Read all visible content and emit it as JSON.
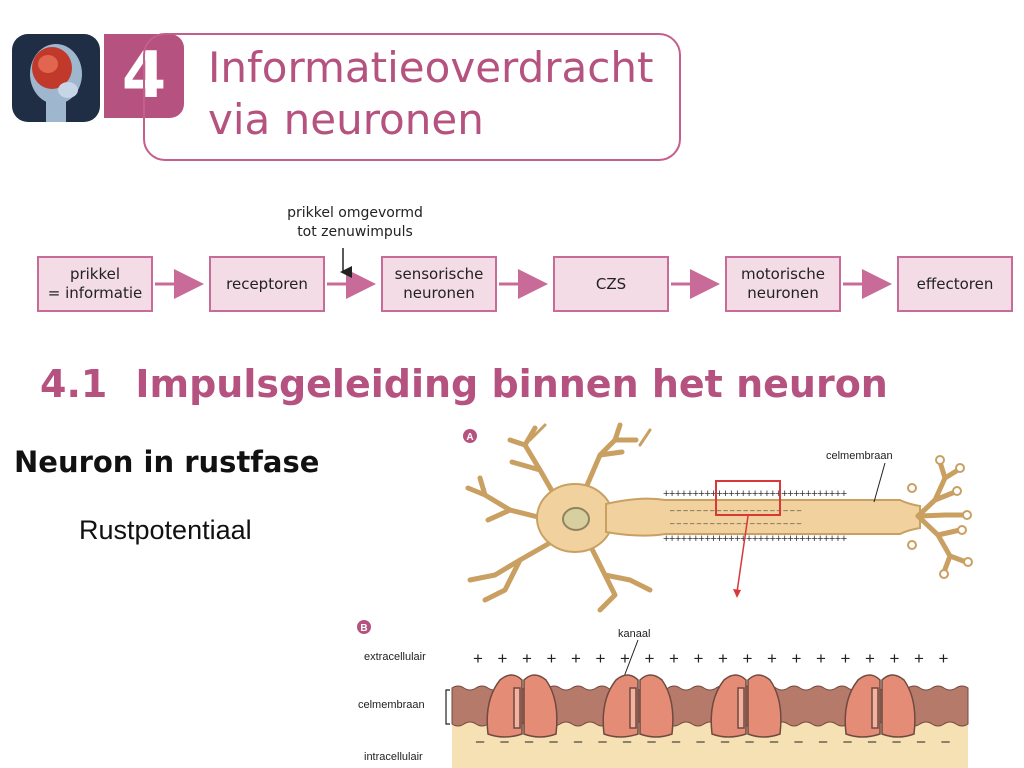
{
  "chapter": {
    "number": "4",
    "title_line1": "Informatieoverdracht",
    "title_line2": "via neuronen"
  },
  "flow": {
    "note_line1": "prikkel omgevormd",
    "note_line2": "tot zenuwimpuls",
    "steps": [
      {
        "line1": "prikkel",
        "line2": "= informatie"
      },
      {
        "line1": "receptoren",
        "line2": ""
      },
      {
        "line1": "sensorische",
        "line2": "neuronen"
      },
      {
        "line1": "CZS",
        "line2": ""
      },
      {
        "line1": "motorische",
        "line2": "neuronen"
      },
      {
        "line1": "effectoren",
        "line2": ""
      }
    ],
    "colors": {
      "box_fill": "#f3dce6",
      "box_border": "#c96b98",
      "arrow": "#c96b98"
    }
  },
  "section": {
    "number": "4.1",
    "title": "Impulsgeleiding binnen het neuron"
  },
  "subheading": "Neuron in rustfase",
  "label_rustpotentiaal": "Rustpotentiaal",
  "figure": {
    "panel_a_marker": "A",
    "panel_b_marker": "B",
    "label_celmembraan_a": "celmembraan",
    "label_kanaal": "kanaal",
    "label_extracellulair": "extracellulair",
    "label_celmembraan_b": "celmembraan",
    "label_intracellulair": "intracellulair",
    "plus_row_a": "+++++++++++++++++++++++++++++++",
    "minus_row_a": "– – – – – – – – – – – – – – – – – – – –",
    "plus_symbol": "+",
    "minus_symbol": "–",
    "colors": {
      "accent": "#b5527f",
      "neuron_fill": "#f1d29e",
      "neuron_stroke": "#c9a062",
      "membrane": "#b57a6a",
      "channel": "#e58c76",
      "cytoplasm": "#f5e1b4",
      "zoom_box": "#d9383a"
    }
  }
}
